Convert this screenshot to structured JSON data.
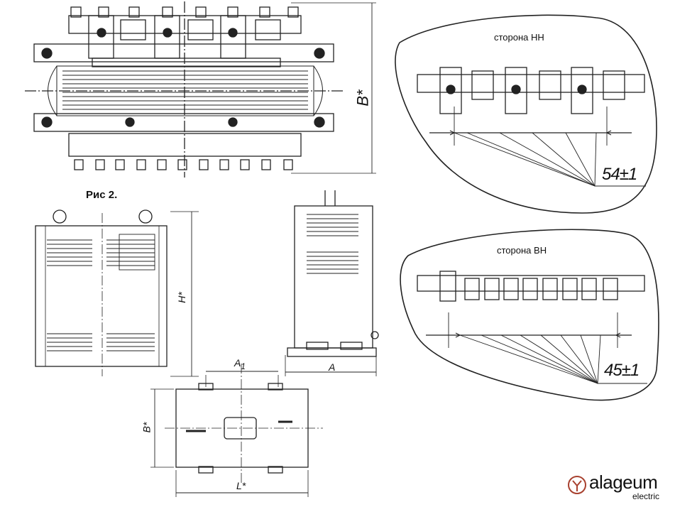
{
  "figure_title": "Рис 2.",
  "side_nn_label": "сторона НН",
  "side_vn_label": "сторона ВН",
  "tolerance_nn": "54±1",
  "tolerance_vn": "45±1",
  "dimensions": {
    "height": "H*",
    "width_top": "B*",
    "width_bottom": "B*",
    "length": "L*",
    "a": "A",
    "a1": "A",
    "a1_sub": "1"
  },
  "logo": {
    "name": "alageum",
    "sub": "electric",
    "color": "#a8412f"
  }
}
